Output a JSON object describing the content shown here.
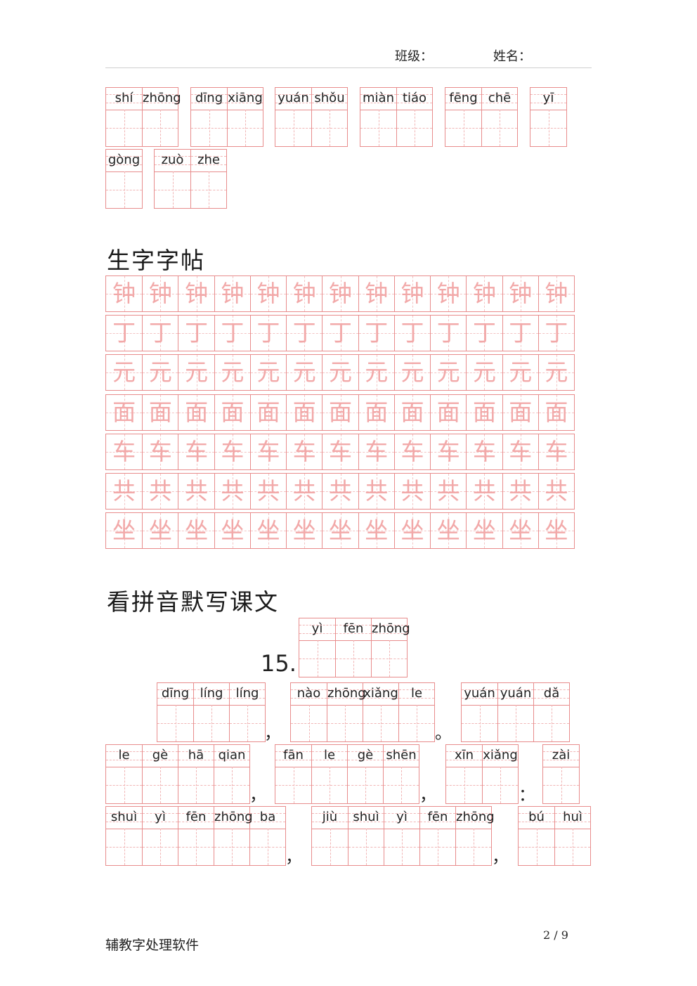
{
  "header": {
    "class_label": "班级：",
    "name_label": "姓名："
  },
  "vocab_words": [
    {
      "pinyin": [
        "shí",
        "zhōng"
      ]
    },
    {
      "pinyin": [
        "dīng",
        "xiāng"
      ]
    },
    {
      "pinyin": [
        "yuán",
        "shǒu"
      ]
    },
    {
      "pinyin": [
        "miàn",
        "tiáo"
      ]
    },
    {
      "pinyin": [
        "fēng",
        "chē"
      ]
    },
    {
      "pinyin": [
        "yī"
      ]
    },
    {
      "pinyin": [
        "gòng"
      ]
    },
    {
      "pinyin": [
        "zuò",
        "zhe"
      ]
    }
  ],
  "copybook": {
    "title": "生字字帖",
    "characters": [
      "钟",
      "丁",
      "元",
      "面",
      "车",
      "共",
      "坐"
    ],
    "repeat": 13
  },
  "dictation": {
    "title": "看拼音默写课文",
    "lesson_number": "15.",
    "title_pinyin": [
      "yì",
      "fēn",
      "zhōng"
    ],
    "line1": [
      {
        "pinyin": [
          "dīng",
          "líng",
          "líng"
        ]
      },
      {
        "punct": "，"
      },
      {
        "pinyin": [
          "nào",
          "zhōng",
          "xiǎng",
          "le"
        ]
      },
      {
        "punct": "。"
      },
      {
        "pinyin": [
          "yuán",
          "yuán",
          "dǎ"
        ]
      }
    ],
    "line2": [
      {
        "pinyin": [
          "le",
          "gè",
          "hā",
          "qian"
        ]
      },
      {
        "punct": "，"
      },
      {
        "pinyin": [
          "fān",
          "le",
          "gè",
          "shēn"
        ]
      },
      {
        "punct": "，"
      },
      {
        "pinyin": [
          "xīn",
          "xiǎng"
        ]
      },
      {
        "punct": "："
      },
      {
        "pinyin": [
          "zài"
        ]
      }
    ],
    "line3": [
      {
        "pinyin": [
          "shuì",
          "yì",
          "fēn",
          "zhōng",
          "ba"
        ]
      },
      {
        "punct": "，"
      },
      {
        "pinyin": [
          "jiù",
          "shuì",
          "yì",
          "fēn",
          "zhōng"
        ]
      },
      {
        "punct": "，"
      },
      {
        "pinyin": [
          "bú",
          "huì"
        ]
      }
    ]
  },
  "footer": {
    "software": "辅教字处理软件",
    "page": "2 / 9"
  }
}
